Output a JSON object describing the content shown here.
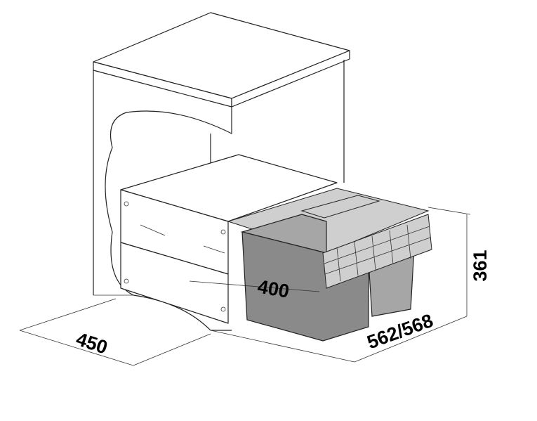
{
  "dimensions": {
    "depth_cabinet": "450",
    "width_inner": "400",
    "depth_pullout": "562/568",
    "height": "361"
  },
  "colors": {
    "bin_dark": "#8a8a8a",
    "bin_light": "#a6a6a6",
    "line": "#222222"
  }
}
